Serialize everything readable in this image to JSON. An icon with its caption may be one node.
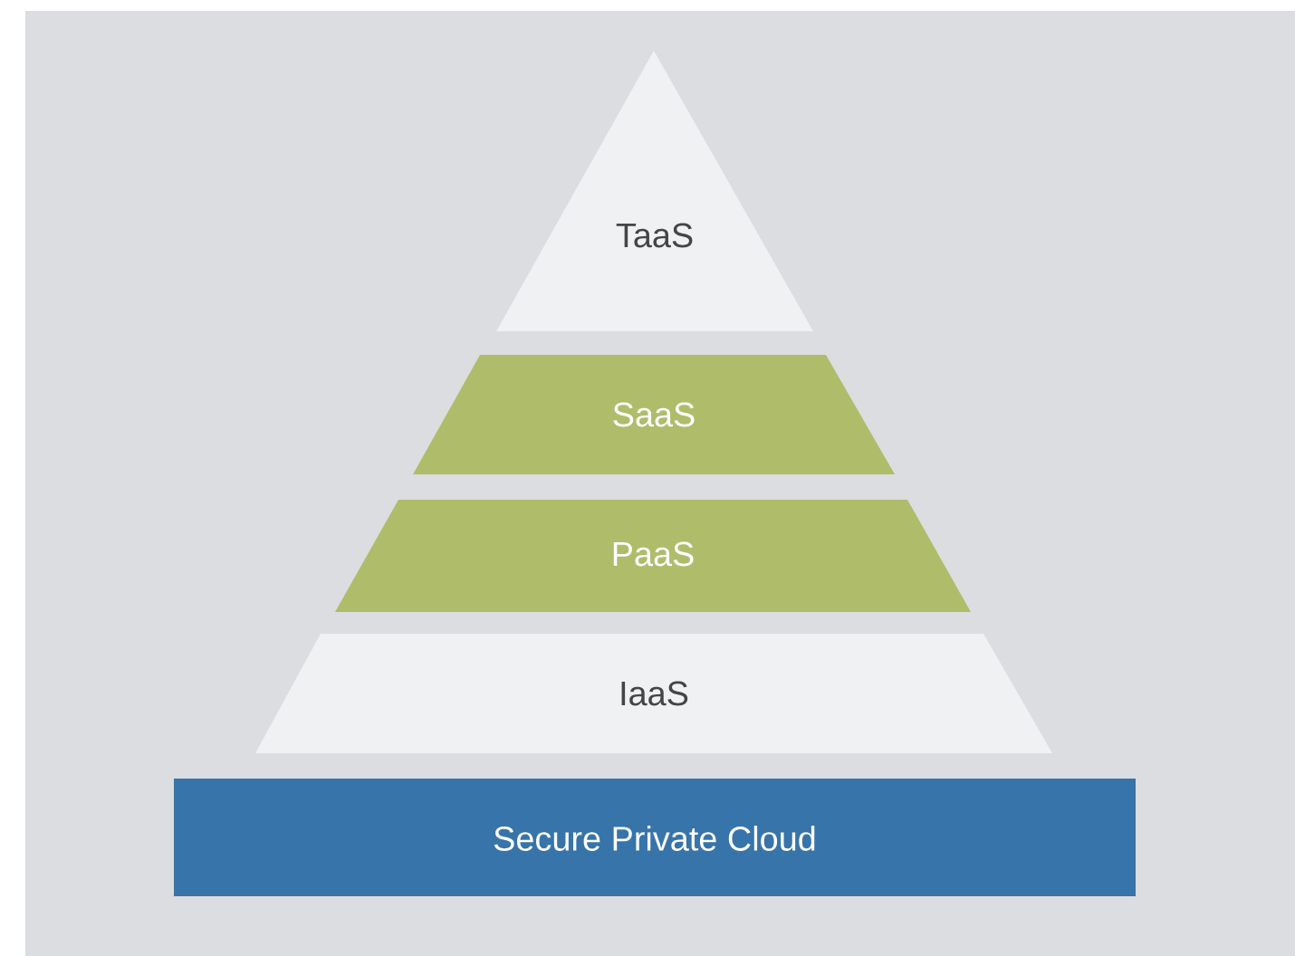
{
  "diagram": {
    "nodes": [
      {
        "text": [
          "TaaS"
        ]
      },
      {
        "text": [
          "SaaS"
        ]
      },
      {
        "text": [
          "PaaS"
        ]
      },
      {
        "text": [
          "IaaS"
        ]
      },
      {
        "text": [
          "Secure Private Cloud"
        ]
      }
    ]
  }
}
